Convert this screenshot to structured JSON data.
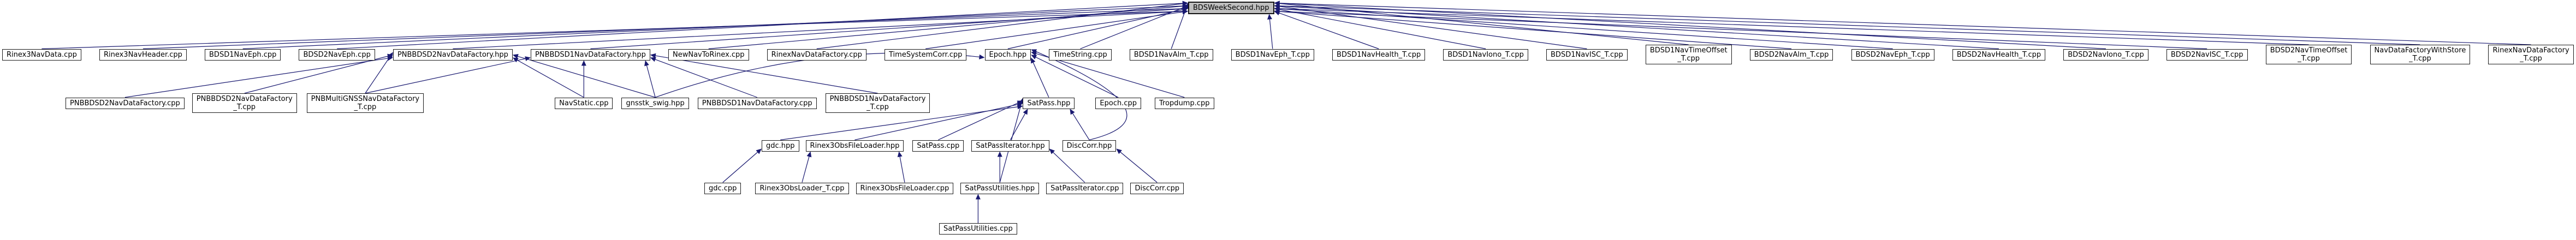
{
  "diagram": {
    "type": "include-dependency-graph",
    "root": "BDSWeekSecond.hpp",
    "colors": {
      "edge": "#191970",
      "node_border": "#1c1c1c",
      "root_fill": "#bfbfbf",
      "text": "#000000"
    },
    "nodes": [
      {
        "id": "bdsweeksecond_hpp",
        "label": "BDSWeekSecond.hpp",
        "row": 1,
        "ml": 2176,
        "main": true
      },
      {
        "id": "rinex3navdata_cpp",
        "label": "Rinex3NavData.cpp",
        "row": 2
      },
      {
        "id": "rinex3navheader_cpp",
        "label": "Rinex3NavHeader.cpp",
        "row": 2
      },
      {
        "id": "bdsd1naveph_cpp",
        "label": "BDSD1NavEph.cpp",
        "row": 2
      },
      {
        "id": "bdsd2naveph_cpp",
        "label": "BDSD2NavEph.cpp",
        "row": 2
      },
      {
        "id": "pnbbdsd2navdatafactory_hpp",
        "label": "PNBBDSD2NavDataFactory.hpp",
        "row": 2
      },
      {
        "id": "pnbbdsd1navdatafactory_hpp",
        "label": "PNBBDSD1NavDataFactory.hpp",
        "row": 2
      },
      {
        "id": "newnavtorinex_cpp",
        "label": "NewNavToRinex.cpp",
        "row": 2
      },
      {
        "id": "rinexnavdatafactory_cpp",
        "label": "RinexNavDataFactory.cpp",
        "row": 2
      },
      {
        "id": "timesystemcorr_cpp",
        "label": "TimeSystemCorr.cpp",
        "row": 2
      },
      {
        "id": "epoch_hpp",
        "label": "Epoch.hpp",
        "row": 2
      },
      {
        "id": "timestring_cpp",
        "label": "TimeString.cpp",
        "row": 2
      },
      {
        "id": "bdsd1navalm_t_cpp",
        "label": "BDSD1NavAlm_T.cpp",
        "row": 2
      },
      {
        "id": "bdsd1naveph_t_cpp",
        "label": "BDSD1NavEph_T.cpp",
        "row": 2
      },
      {
        "id": "bdsd1navhealth_t_cpp",
        "label": "BDSD1NavHealth_T.cpp",
        "row": 2
      },
      {
        "id": "bdsd1naviono_t_cpp",
        "label": "BDSD1NavIono_T.cpp",
        "row": 2
      },
      {
        "id": "bdsd1navisc_t_cpp",
        "label": "BDSD1NavISC_T.cpp",
        "row": 2
      },
      {
        "id": "bdsd1navtimeoffset_t_cpp",
        "label": "BDSD1NavTimeOffset\n_T.cpp",
        "row": 2
      },
      {
        "id": "bdsd2navalm_t_cpp",
        "label": "BDSD2NavAlm_T.cpp",
        "row": 2
      },
      {
        "id": "bdsd2naveph_t_cpp",
        "label": "BDSD2NavEph_T.cpp",
        "row": 2
      },
      {
        "id": "bdsd2navhealth_t_cpp",
        "label": "BDSD2NavHealth_T.cpp",
        "row": 2
      },
      {
        "id": "bdsd2naviono_t_cpp",
        "label": "BDSD2NavIono_T.cpp",
        "row": 2
      },
      {
        "id": "bdsd2navisc_t_cpp",
        "label": "BDSD2NavISC_T.cpp",
        "row": 2
      },
      {
        "id": "bdsd2navtimeoffset_t_cpp",
        "label": "BDSD2NavTimeOffset\n_T.cpp",
        "row": 2
      },
      {
        "id": "navdatafactorywithstore_t_cpp",
        "label": "NavDataFactoryWithStore\n_T.cpp",
        "row": 2
      },
      {
        "id": "rinexnavdatafactory_t_cpp",
        "label": "RinexNavDataFactory\n_T.cpp",
        "row": 2
      },
      {
        "id": "pnbbdsd2navdatafactory_cpp",
        "label": "PNBBDSD2NavDataFactory.cpp",
        "row": 3,
        "ml": 120
      },
      {
        "id": "pnbbdsd2navdatafactory_t_cpp",
        "label": "PNBBDSD2NavDataFactory\n_T.cpp",
        "row": 3,
        "ml": 14
      },
      {
        "id": "pnbmultignssnavdatafactory_t_cpp",
        "label": "PNBMultiGNSSNavDataFactory\n_T.cpp",
        "row": 3,
        "ml": 18
      },
      {
        "id": "navstatic_cpp",
        "label": "NavStatic.cpp",
        "row": 3,
        "ml": 240
      },
      {
        "id": "gnsstk_swig_hpp",
        "label": "gnsstk_swig.hpp",
        "row": 3,
        "ml": 16
      },
      {
        "id": "pnbbdsd1navdatafactory_cpp",
        "label": "PNBBDSD1NavDataFactory.cpp",
        "row": 3,
        "ml": 16
      },
      {
        "id": "pnbbdsd1navdatafactory_t_cpp",
        "label": "PNBBDSD1NavDataFactory\n_T.cpp",
        "row": 3,
        "ml": 16
      },
      {
        "id": "satpass_hpp",
        "label": "SatPass.hpp",
        "row": 3,
        "ml": 170
      },
      {
        "id": "epoch_cpp",
        "label": "Epoch.cpp",
        "row": 3,
        "ml": 38
      },
      {
        "id": "tropdump_cpp",
        "label": "Tropdump.cpp",
        "row": 3,
        "ml": 25
      },
      {
        "id": "gdc_hpp",
        "label": "gdc.hpp",
        "row": 4,
        "ml": 1395
      },
      {
        "id": "rinex3obsfileloader_hpp",
        "label": "Rinex3ObsFileLoader.hpp",
        "row": 4,
        "ml": 12
      },
      {
        "id": "satpass_cpp",
        "label": "SatPass.cpp",
        "row": 4,
        "ml": 16
      },
      {
        "id": "satpassiterator_hpp",
        "label": "SatPassIterator.hpp",
        "row": 4,
        "ml": 14
      },
      {
        "id": "disccorr_hpp",
        "label": "DiscCorr.hpp",
        "row": 4,
        "ml": 24
      },
      {
        "id": "gdc_cpp",
        "label": "gdc.cpp",
        "row": 5,
        "ml": 1290
      },
      {
        "id": "rinex3obsloader_t_cpp",
        "label": "Rinex3ObsLoader_T.cpp",
        "row": 5,
        "ml": 26
      },
      {
        "id": "rinex3obsfileloader_cpp",
        "label": "Rinex3ObsFileLoader.cpp",
        "row": 5,
        "ml": 13
      },
      {
        "id": "satpassutilities_hpp",
        "label": "SatPassUtilities.hpp",
        "row": 5,
        "ml": 13
      },
      {
        "id": "satpassiterator_cpp",
        "label": "SatPassIterator.cpp",
        "row": 5,
        "ml": 13
      },
      {
        "id": "disccorr_cpp",
        "label": "DiscCorr.cpp",
        "row": 5,
        "ml": 13
      },
      {
        "id": "satpassutilities_cpp",
        "label": "SatPassUtilities.cpp",
        "row": 6,
        "ml": 1720
      }
    ],
    "edges": [
      {
        "from": "rinex3navdata_cpp",
        "to": "bdsweeksecond_hpp"
      },
      {
        "from": "rinex3navheader_cpp",
        "to": "bdsweeksecond_hpp"
      },
      {
        "from": "bdsd1naveph_cpp",
        "to": "bdsweeksecond_hpp"
      },
      {
        "from": "bdsd2naveph_cpp",
        "to": "bdsweeksecond_hpp"
      },
      {
        "from": "pnbbdsd2navdatafactory_hpp",
        "to": "bdsweeksecond_hpp"
      },
      {
        "from": "pnbbdsd1navdatafactory_hpp",
        "to": "bdsweeksecond_hpp"
      },
      {
        "from": "newnavtorinex_cpp",
        "to": "bdsweeksecond_hpp"
      },
      {
        "from": "rinexnavdatafactory_cpp",
        "to": "bdsweeksecond_hpp"
      },
      {
        "from": "timesystemcorr_cpp",
        "to": "bdsweeksecond_hpp"
      },
      {
        "from": "epoch_hpp",
        "to": "bdsweeksecond_hpp"
      },
      {
        "from": "timestring_cpp",
        "to": "bdsweeksecond_hpp"
      },
      {
        "from": "bdsd1navalm_t_cpp",
        "to": "bdsweeksecond_hpp"
      },
      {
        "from": "bdsd1naveph_t_cpp",
        "to": "bdsweeksecond_hpp"
      },
      {
        "from": "bdsd1navhealth_t_cpp",
        "to": "bdsweeksecond_hpp"
      },
      {
        "from": "bdsd1naviono_t_cpp",
        "to": "bdsweeksecond_hpp"
      },
      {
        "from": "bdsd1navisc_t_cpp",
        "to": "bdsweeksecond_hpp"
      },
      {
        "from": "bdsd1navtimeoffset_t_cpp",
        "to": "bdsweeksecond_hpp"
      },
      {
        "from": "bdsd2navalm_t_cpp",
        "to": "bdsweeksecond_hpp"
      },
      {
        "from": "bdsd2naveph_t_cpp",
        "to": "bdsweeksecond_hpp"
      },
      {
        "from": "bdsd2navhealth_t_cpp",
        "to": "bdsweeksecond_hpp"
      },
      {
        "from": "bdsd2naviono_t_cpp",
        "to": "bdsweeksecond_hpp"
      },
      {
        "from": "bdsd2navisc_t_cpp",
        "to": "bdsweeksecond_hpp"
      },
      {
        "from": "bdsd2navtimeoffset_t_cpp",
        "to": "bdsweeksecond_hpp"
      },
      {
        "from": "navdatafactorywithstore_t_cpp",
        "to": "bdsweeksecond_hpp"
      },
      {
        "from": "rinexnavdatafactory_t_cpp",
        "to": "bdsweeksecond_hpp"
      },
      {
        "from": "pnbbdsd2navdatafactory_cpp",
        "to": "pnbbdsd2navdatafactory_hpp"
      },
      {
        "from": "pnbbdsd2navdatafactory_t_cpp",
        "to": "pnbbdsd2navdatafactory_hpp"
      },
      {
        "from": "pnbmultignssnavdatafactory_t_cpp",
        "to": "pnbbdsd2navdatafactory_hpp"
      },
      {
        "from": "navstatic_cpp",
        "to": "pnbbdsd2navdatafactory_hpp"
      },
      {
        "from": "gnsstk_swig_hpp",
        "to": "pnbbdsd2navdatafactory_hpp"
      },
      {
        "from": "navstatic_cpp",
        "to": "pnbbdsd1navdatafactory_hpp"
      },
      {
        "from": "gnsstk_swig_hpp",
        "to": "pnbbdsd1navdatafactory_hpp"
      },
      {
        "from": "pnbbdsd1navdatafactory_cpp",
        "to": "pnbbdsd1navdatafactory_hpp"
      },
      {
        "from": "pnbbdsd1navdatafactory_t_cpp",
        "to": "pnbbdsd1navdatafactory_hpp"
      },
      {
        "from": "pnbmultignssnavdatafactory_t_cpp",
        "to": "pnbbdsd1navdatafactory_hpp"
      },
      {
        "from": "satpass_hpp",
        "to": "epoch_hpp"
      },
      {
        "from": "epoch_cpp",
        "to": "epoch_hpp"
      },
      {
        "from": "tropdump_cpp",
        "to": "epoch_hpp"
      },
      {
        "from": "gnsstk_swig_hpp",
        "to": "epoch_hpp",
        "ctrl": [
          0,
          -70
        ]
      },
      {
        "from": "disccorr_hpp",
        "to": "epoch_hpp",
        "ctrl": [
          230,
          40
        ]
      },
      {
        "from": "gdc_hpp",
        "to": "satpass_hpp"
      },
      {
        "from": "rinex3obsfileloader_hpp",
        "to": "satpass_hpp"
      },
      {
        "from": "satpass_cpp",
        "to": "satpass_hpp"
      },
      {
        "from": "satpassiterator_hpp",
        "to": "satpass_hpp"
      },
      {
        "from": "disccorr_hpp",
        "to": "satpass_hpp"
      },
      {
        "from": "satpassutilities_hpp",
        "to": "satpass_hpp"
      },
      {
        "from": "gdc_cpp",
        "to": "gdc_hpp"
      },
      {
        "from": "rinex3obsloader_t_cpp",
        "to": "rinex3obsfileloader_hpp"
      },
      {
        "from": "rinex3obsfileloader_cpp",
        "to": "rinex3obsfileloader_hpp"
      },
      {
        "from": "satpassutilities_hpp",
        "to": "satpassiterator_hpp"
      },
      {
        "from": "satpassiterator_cpp",
        "to": "satpassiterator_hpp"
      },
      {
        "from": "disccorr_cpp",
        "to": "disccorr_hpp"
      },
      {
        "from": "satpassutilities_cpp",
        "to": "satpassutilities_hpp"
      }
    ]
  }
}
